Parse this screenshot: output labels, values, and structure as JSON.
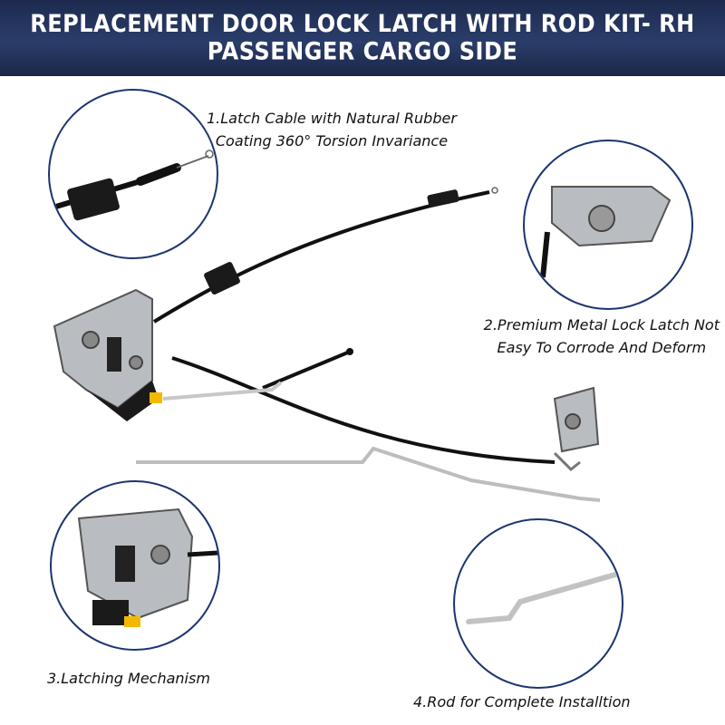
{
  "header": {
    "title_line1": "REPLACEMENT DOOR LOCK LATCH WITH ROD KIT- RH",
    "title_line2": "PASSENGER CARGO SIDE"
  },
  "features": [
    {
      "line1": "1.Latch Cable with Natural Rubber",
      "line2": "Coating 360° Torsion Invariance"
    },
    {
      "line1": "2.Premium Metal Lock Latch Not",
      "line2": "Easy To Corrode And Deform"
    },
    {
      "line1": "3.Latching Mechanism"
    },
    {
      "line1": "4.Rod for Complete Installtion"
    }
  ],
  "colors": {
    "header_bg": "#24345c",
    "circle_border": "#1c3570",
    "accent_yellow": "#f2b900"
  }
}
